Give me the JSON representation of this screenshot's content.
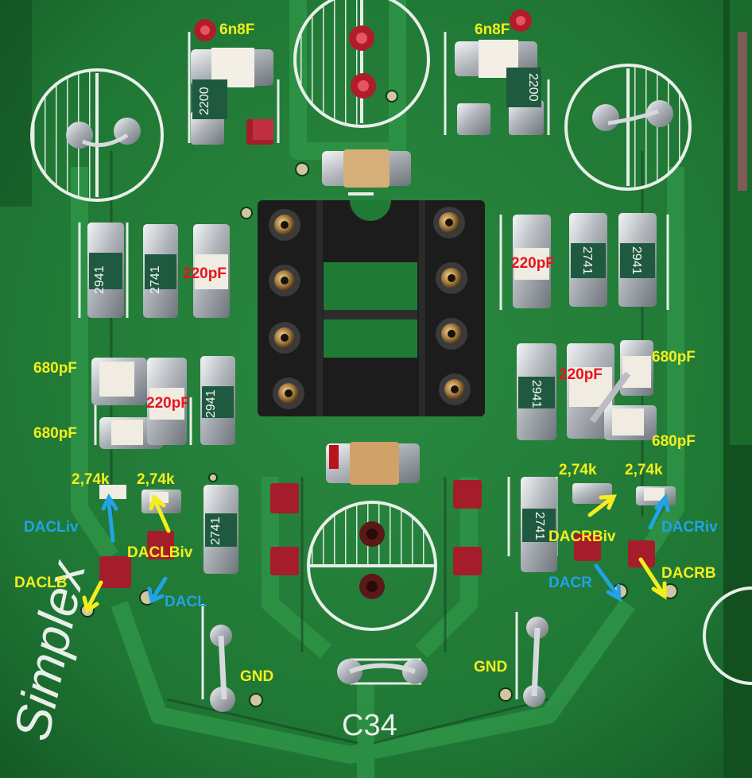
{
  "colors": {
    "pcb": "#1f7a35",
    "pcb_dark": "#0f4a20",
    "trace": "#2a8e42",
    "silkscreen": "#e8efe9",
    "solder": "#c9cdd2",
    "socket": "#1c1c1c",
    "label_yellow": "#f5ee1c",
    "label_red": "#e8141c",
    "label_blue": "#22a3e6"
  },
  "silkscreen": {
    "designator": "C34",
    "brand": "Simplex"
  },
  "resistor_codes": {
    "r_2200": "2200",
    "r_2941": "2941",
    "r_2741": "2741"
  },
  "labels": {
    "cap_6n8f_left": "6n8F",
    "cap_6n8f_right": "6n8F",
    "cap_220pf_top_left": "220pF",
    "cap_220pf_top_right": "220pF",
    "cap_220pf_mid_left": "220pF",
    "cap_220pf_mid_right": "220pF",
    "cap_680pf_left_top": "680pF",
    "cap_680pf_left_bottom": "680pF",
    "cap_680pf_right_top": "680pF",
    "cap_680pf_right_bottom": "680pF",
    "res_274k_1": "2,74k",
    "res_274k_2": "2,74k",
    "res_274k_3": "2,74k",
    "res_274k_4": "2,74k",
    "dac_liv": "DACLiv",
    "dac_lbiv": "DACLBiv",
    "dac_lb": "DACLB",
    "dac_l": "DACL",
    "dac_rbiv": "DACRBiv",
    "dac_riv": "DACRiv",
    "dac_r": "DACR",
    "dac_rb": "DACRB",
    "gnd_left": "GND",
    "gnd_right": "GND"
  }
}
